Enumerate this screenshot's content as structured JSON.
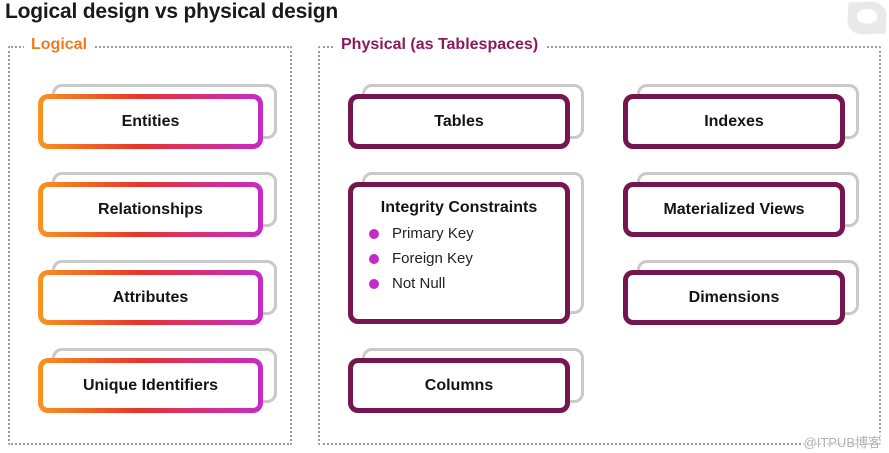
{
  "title": "Logical design vs physical design",
  "watermark": "@ITPUB博客",
  "colors": {
    "logical_label": "#F4791F",
    "physical_label": "#8A1A5C",
    "physical_card_border": "#76164E",
    "bullet": "#C32BC7",
    "gradient_start": "#F7941E",
    "gradient_mid": "#E8342C",
    "gradient_end": "#C62BC9",
    "shadow_card_border": "#C9C9C9",
    "panel_border": "#9A9A9A"
  },
  "icons": {
    "logo": "leaf-logo"
  },
  "logical": {
    "label": "Logical",
    "boxes": [
      {
        "label": "Entities"
      },
      {
        "label": "Relationships"
      },
      {
        "label": "Attributes"
      },
      {
        "label": "Unique Identifiers"
      }
    ]
  },
  "physical": {
    "label": "Physical (as Tablespaces)",
    "column1": [
      {
        "label": "Tables"
      },
      {
        "label": "Integrity Constraints",
        "bullets": [
          "Primary Key",
          "Foreign Key",
          "Not Null"
        ]
      },
      {
        "label": "Columns"
      }
    ],
    "column2": [
      {
        "label": "Indexes"
      },
      {
        "label": "Materialized Views"
      },
      {
        "label": "Dimensions"
      }
    ]
  }
}
